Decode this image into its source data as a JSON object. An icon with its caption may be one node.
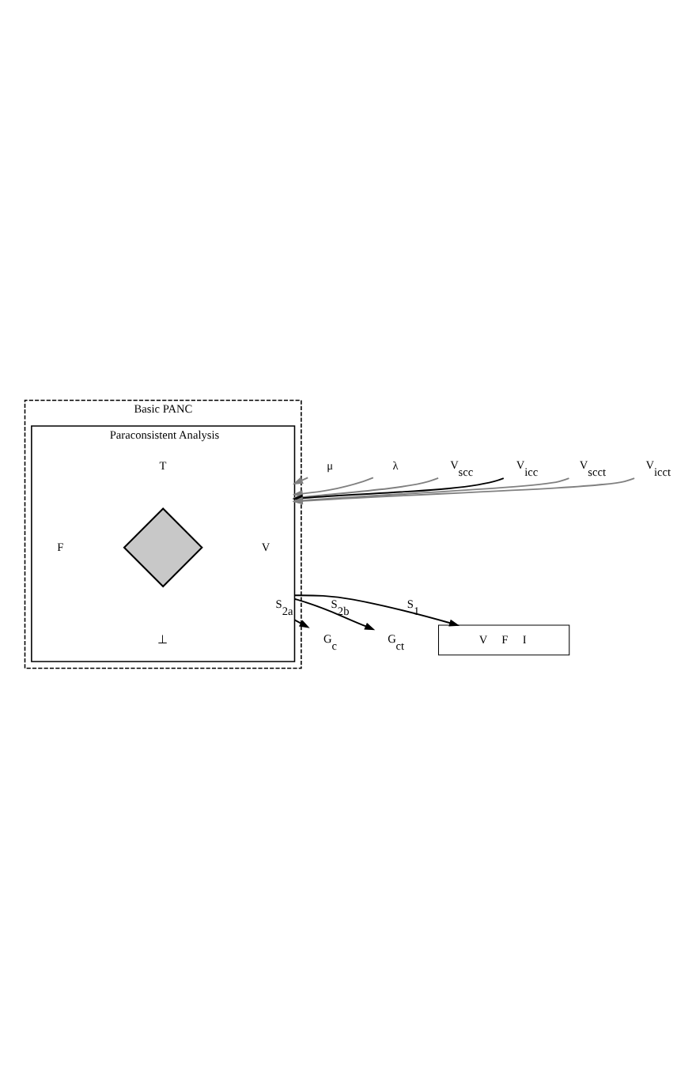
{
  "diagram": {
    "nodes": [
      {
        "text": [
          "Basic PANC"
        ]
      },
      {
        "text": [
          "Paraconsistent Analysis"
        ],
        "in": 0
      },
      {
        "text": [],
        "shape": "diamond",
        "in": 1
      },
      {
        "text": [
          "μ"
        ]
      },
      {
        "text": [
          "λ"
        ]
      },
      {
        "text": [
          "V$_{scc}$"
        ]
      },
      {
        "text": [
          "V$_{icc}$"
        ]
      },
      {
        "text": [
          "V$_{scct}$"
        ]
      },
      {
        "text": [
          "V$_{icct}$"
        ]
      },
      {
        "text": [
          "G$_{c}$"
        ]
      },
      {
        "text": [
          "G$_{ct}$"
        ]
      },
      {
        "text": [
          "V     F     I"
        ]
      }
    ],
    "edges": [
      {
        "from": 3,
        "to": 1,
        "arrow": "to"
      },
      {
        "from": 4,
        "to": 1,
        "arrow": "to"
      },
      {
        "from": 5,
        "to": 1,
        "arrow": "to"
      },
      {
        "from": 6,
        "to": 1,
        "arrow": "to",
        "color": "#000000"
      },
      {
        "from": 7,
        "to": 1,
        "arrow": "to"
      },
      {
        "from": 8,
        "to": 1,
        "arrow": "to"
      },
      {
        "from": 1,
        "to": 9,
        "arrow": "to",
        "label": "S$_{2a}$",
        "color": "#000000"
      },
      {
        "from": 1,
        "to": 10,
        "arrow": "to",
        "label": "S$_{2b}$",
        "color": "#000000"
      },
      {
        "from": 1,
        "to": 11,
        "arrow": "to",
        "label": "S$_{1}$",
        "color": "#000000"
      }
    ],
    "labels": [
      "T",
      "F",
      "V",
      "⊥"
    ]
  }
}
